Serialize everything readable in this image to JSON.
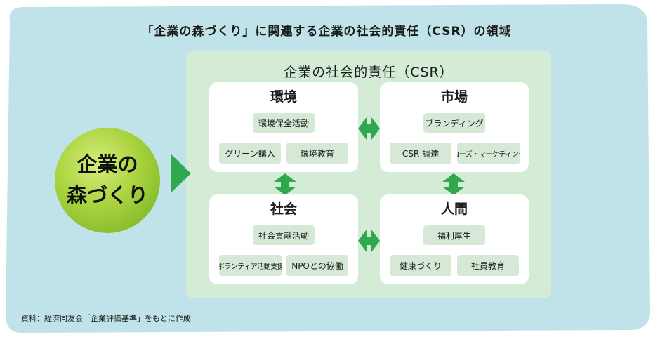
{
  "title": "「企業の森づくり」に関連する企業の社会的責任（CSR）の領域",
  "circle": {
    "line1": "企業の",
    "line2": "森づくり"
  },
  "csr_title": "企業の社会的責任（CSR）",
  "panels": {
    "environment": {
      "title": "環境",
      "items": [
        "環境保全活動",
        "グリーン購入",
        "環境教育"
      ]
    },
    "market": {
      "title": "市場",
      "items": [
        "ブランディング",
        "CSR 調達",
        "コーズ・マーケティング"
      ]
    },
    "society": {
      "title": "社会",
      "items": [
        "社会貢献活動",
        "ボランティア活動支援",
        "NPOとの協働"
      ]
    },
    "human": {
      "title": "人間",
      "items": [
        "福利厚生",
        "健康づくり",
        "社員教育"
      ]
    }
  },
  "source": "資料：経済同友会「企業評価基準」をもとに作成",
  "colors": {
    "background": "#bfe3e8",
    "csr_box": "#d4ebd6",
    "pill": "#d6e9d6",
    "arrow": "#2fa84f"
  }
}
